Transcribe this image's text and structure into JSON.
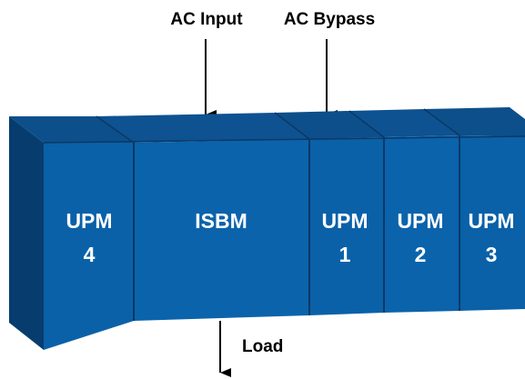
{
  "labels": {
    "ac_input": "AC Input",
    "ac_bypass": "AC Bypass",
    "load": "Load"
  },
  "modules": [
    {
      "id": "upm4",
      "line1": "UPM",
      "line2": "4"
    },
    {
      "id": "isbm",
      "line1": "ISBM",
      "line2": ""
    },
    {
      "id": "upm1",
      "line1": "UPM",
      "line2": "1"
    },
    {
      "id": "upm2",
      "line1": "UPM",
      "line2": "2"
    },
    {
      "id": "upm3",
      "line1": "UPM",
      "line2": "3"
    }
  ],
  "colors": {
    "front": "#0a61a8",
    "top": "#0d4f8a",
    "side": "#063d6e",
    "divider": "#0a3966",
    "text_on_module": "#ffffff",
    "arrow": "#000000"
  }
}
